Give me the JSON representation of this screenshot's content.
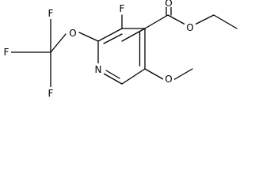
{
  "molecule": {
    "atoms": {
      "f_ring": "F",
      "o_ring": "O",
      "n_ring": "N",
      "f_cf3_top": "F",
      "f_cf3_left": "F",
      "f_cf3_bottom": "F",
      "o_carbonyl": "O",
      "o_ester": "O",
      "o_methoxy": "O"
    }
  }
}
